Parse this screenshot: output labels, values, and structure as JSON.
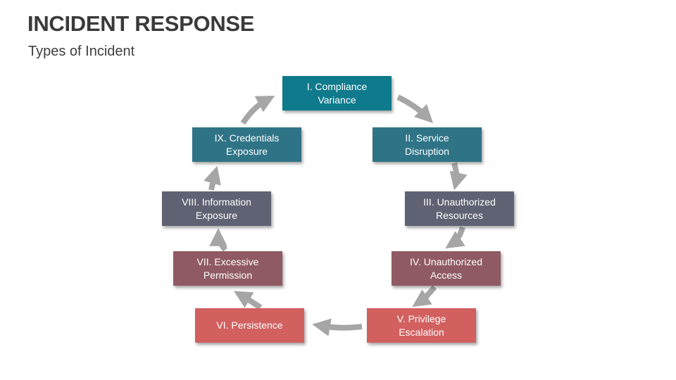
{
  "header": {
    "title": "INCIDENT RESPONSE",
    "subtitle": "Types of Incident"
  },
  "colors": {
    "teal_dark": "#0e7a8c",
    "teal": "#2f7386",
    "slate": "#5f6272",
    "mauve": "#8f5a63",
    "coral": "#d1605f",
    "arrow": "#a6a6a6"
  },
  "steps": [
    {
      "label_1": "I. Compliance",
      "label_2": "Variance"
    },
    {
      "label_1": "II. Service",
      "label_2": "Disruption"
    },
    {
      "label_1": "III. Unauthorized",
      "label_2": "Resources"
    },
    {
      "label_1": "IV. Unauthorized",
      "label_2": "Access"
    },
    {
      "label_1": "V. Privilege",
      "label_2": "Escalation"
    },
    {
      "label_1": "VI. Persistence",
      "label_2": ""
    },
    {
      "label_1": "VII. Excessive",
      "label_2": "Permission"
    },
    {
      "label_1": "VIII. Information",
      "label_2": "Exposure"
    },
    {
      "label_1": "IX. Credentials",
      "label_2": "Exposure"
    }
  ]
}
